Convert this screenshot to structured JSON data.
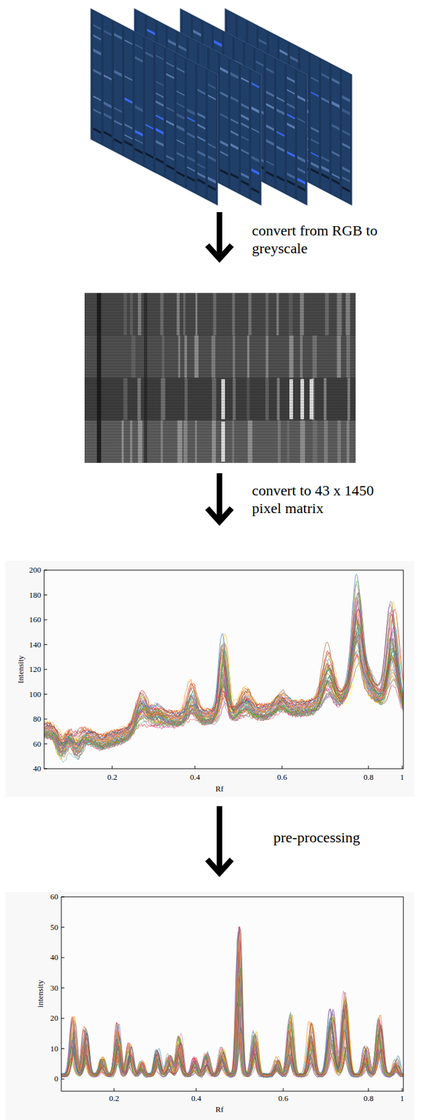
{
  "diagram": {
    "labels": [
      "convert from RGB to greyscale",
      "convert to 43 x 1450 pixel matrix",
      "pre-processing",
      "200",
      "180",
      "160",
      "140",
      "120",
      "100",
      "80",
      "60",
      "40",
      "Intensity",
      "0.2",
      "0.4",
      "0.6",
      "0.8",
      "1",
      "Rf",
      "60",
      "50",
      "40",
      "30",
      "20",
      "10",
      "0",
      "intensity",
      "0.2",
      "0.4",
      "0.6",
      "0.8",
      "1",
      "Rf"
    ]
  }
}
